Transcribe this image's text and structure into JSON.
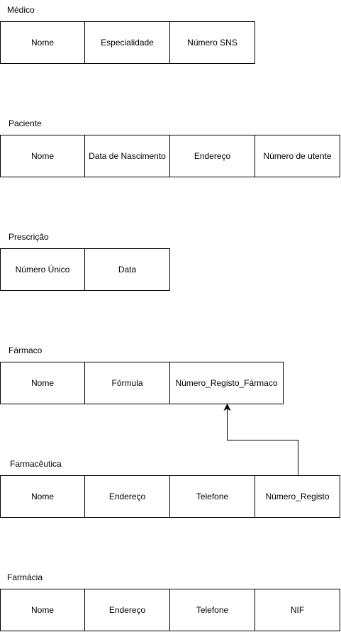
{
  "entities": {
    "medico": {
      "title": "Médico",
      "attributes": [
        "Nome",
        "Especialidade",
        "Número SNS"
      ]
    },
    "paciente": {
      "title": "Paciente",
      "attributes": [
        "Nome",
        "Data de Nascimento",
        "Endereço",
        "Número de utente"
      ]
    },
    "prescricao": {
      "title": "Prescrição",
      "attributes": [
        "Número Único",
        "Data"
      ]
    },
    "farmaco": {
      "title": "Fármaco",
      "attributes": [
        "Nome",
        "Fórmula",
        "Número_Registo_Fármaco"
      ]
    },
    "farmaceutica": {
      "title": "Farmacêutica",
      "attributes": [
        "Nome",
        "Endereço",
        "Telefone",
        "Número_Registo"
      ]
    },
    "farmacia": {
      "title": "Farmácia",
      "attributes": [
        "Nome",
        "Endereço",
        "Telefone",
        "NIF"
      ]
    }
  },
  "colors": {
    "line": "#000000",
    "background": "#ffffff"
  }
}
